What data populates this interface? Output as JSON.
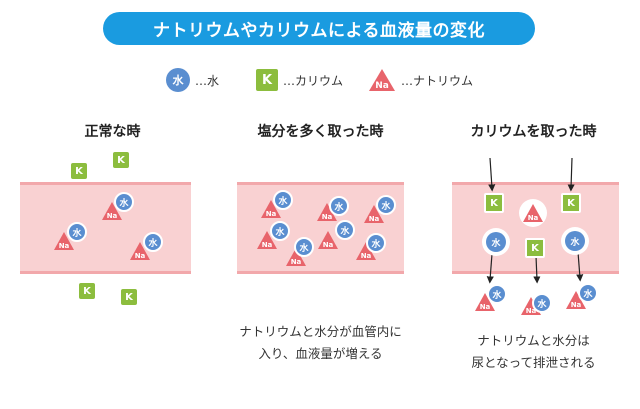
{
  "title": "ナトリウムやカリウムによる血液量の変化",
  "legend": {
    "water": {
      "symbol": "水",
      "label": "…水"
    },
    "potassium": {
      "symbol": "K",
      "label": "…カリウム"
    },
    "sodium": {
      "symbol": "Na",
      "label": "…ナトリウム"
    }
  },
  "panels": [
    {
      "heading": "正常な時",
      "caption": [
        "",
        ""
      ]
    },
    {
      "heading": "塩分を多く取った時",
      "caption": [
        "ナトリウムと水分が血管内に",
        "入り、血液量が増える"
      ]
    },
    {
      "heading": "カリウムを取った時",
      "caption": [
        "ナトリウムと水分は",
        "尿となって排泄される"
      ]
    }
  ],
  "colors": {
    "title_bg": "#1a9be0",
    "water": "#5a8ed0",
    "potassium": "#8cbd3e",
    "sodium": "#e8646b",
    "vessel": "#f9d1d2",
    "vessel_edge": "#f2a8ab"
  }
}
